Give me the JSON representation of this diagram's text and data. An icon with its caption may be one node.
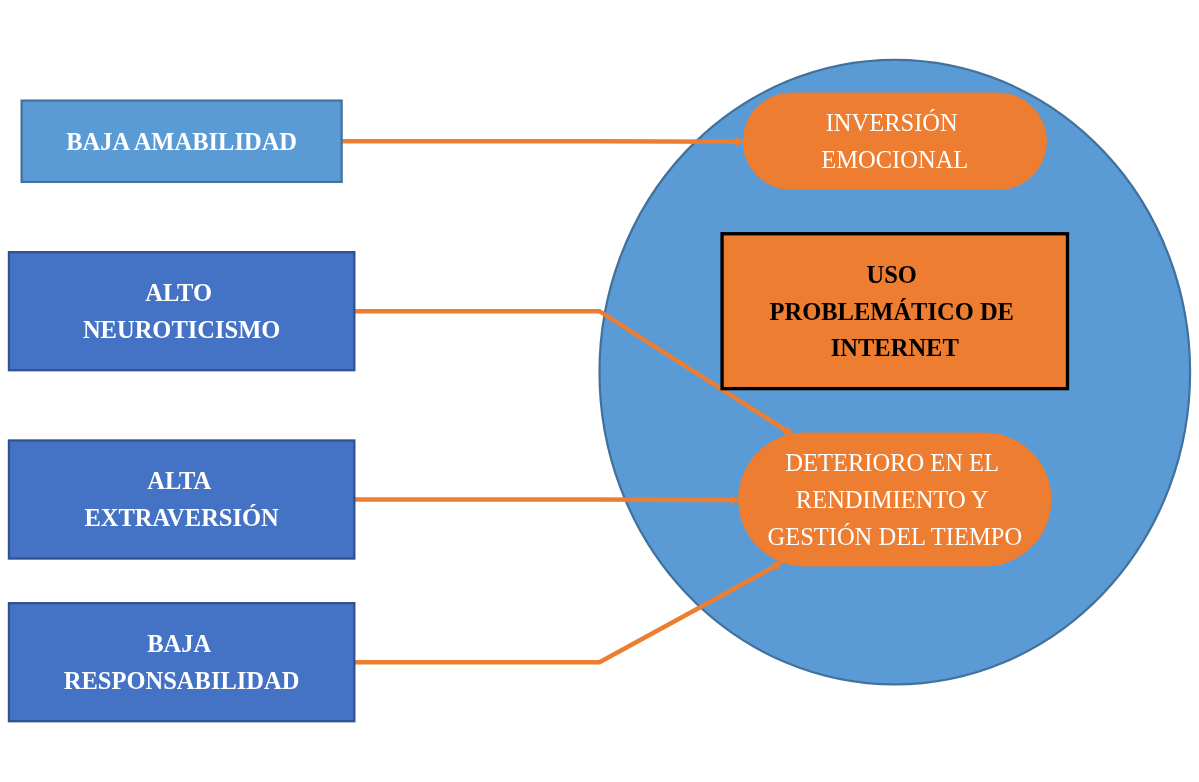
{
  "diagram": {
    "nodes": [
      {
        "text": [],
        "shape": "circle"
      },
      {
        "text": [
          "BAJA AMABILIDAD"
        ]
      },
      {
        "text": [
          "ALTO NEUROTICISMO"
        ]
      },
      {
        "text": [
          "ALTA EXTRAVERSIÓN"
        ]
      },
      {
        "text": [
          "BAJA RESPONSABILIDAD"
        ]
      },
      {
        "text": [
          "INVERSIÓN EMOCIONAL"
        ],
        "in": 0
      },
      {
        "text": [
          "USO PROBLEMÁTICO DE INTERNET"
        ],
        "in": 0
      },
      {
        "text": [
          "DETERIORO EN EL RENDIMIENTO Y GESTIÓN DEL TIEMPO"
        ],
        "in": 0
      }
    ],
    "edges": [
      {
        "from": 1,
        "to": 5,
        "arrow": "to"
      },
      {
        "from": 2,
        "to": 7,
        "arrow": "to"
      },
      {
        "from": 3,
        "to": 7,
        "arrow": "to"
      },
      {
        "from": 4,
        "to": 7,
        "arrow": "to"
      }
    ]
  }
}
